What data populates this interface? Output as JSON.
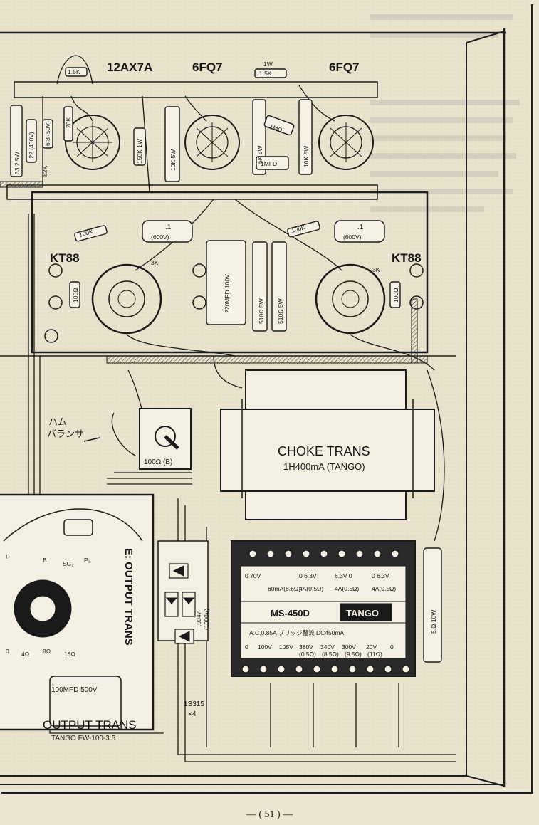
{
  "page_number": "— ( 51 ) —",
  "tubes": {
    "preamp": "12AX7A",
    "driver1": "6FQ7",
    "driver2": "6FQ7",
    "power_left": "KT88",
    "power_right": "KT88"
  },
  "resistors": {
    "r_15k_top": "1.5K",
    "r_15k_1w": "1.5K",
    "r_1w_label": "1W",
    "r_332_5w": "33.2 5W",
    "r_22k": ".22 (400V)",
    "r_68k": "6.8 (50V)",
    "r_20k": "20K",
    "r_82k": "82K",
    "r_150k_1w": "150K 1W",
    "r_10k_5w_a": "10K 5W",
    "r_5k_5w": "5K 5W",
    "r_1m": "1MΩ",
    "r_10k_5w_b": "10K 5W",
    "cap_1mfd": "1MFD",
    "r_100k_left": "100K",
    "r_100k_right": "100K",
    "r_100_left": "100Ω",
    "r_100_right": "100Ω",
    "r_3k_left": "3K",
    "r_3k_right": "3K",
    "r_510a": "510Ω 5W",
    "r_510b": "510Ω 5W",
    "r_5_10w": "5.Ω 10W"
  },
  "capacitors": {
    "c_01_left": ".1",
    "c_600v_left": "(600V)",
    "c_01_right": ".1",
    "c_600v_right": "(600V)",
    "c_220": "220MFD 100V",
    "c_0047": ".0047",
    "c_0047_v": "(1000V)",
    "c_100mfd": "100MFD 500V"
  },
  "hum_balancer": {
    "label_line1": "ハム",
    "label_line2": "バランサ",
    "value": "100Ω (B)"
  },
  "choke": {
    "title": "CHOKE TRANS",
    "spec": "1H400mA (TANGO)"
  },
  "output_trans": {
    "title": "OUTPUT TRANS",
    "model": "TANGO   FW-100-3.5",
    "side_label": "E: OUTPUT TRANS",
    "terminals": [
      "P",
      "B",
      "SG₂",
      "P₂",
      "4Ω",
      "8Ω",
      "16Ω",
      "0"
    ]
  },
  "power_trans": {
    "brand": "TANGO",
    "model": "MS-450D",
    "spec": "A.C.0.85A ブリッジ整流 DC450mA",
    "top_taps": [
      "0 70V",
      "60mA(6.6Ω)",
      "0 6.3V",
      "4A(0.5Ω)",
      "6.3V 0",
      "4A(0.5Ω)",
      "0 6.3V",
      "4A(0.5Ω)"
    ],
    "bottom_taps": [
      "0",
      "100V",
      "105V",
      "380V",
      "340V",
      "300V",
      "20V",
      "0"
    ],
    "bottom_sub": [
      "(0.5Ω)",
      "(8.5Ω)",
      "(9.5Ω)",
      "(11Ω)"
    ]
  },
  "diodes": {
    "label": "1S315",
    "count": "×4"
  }
}
